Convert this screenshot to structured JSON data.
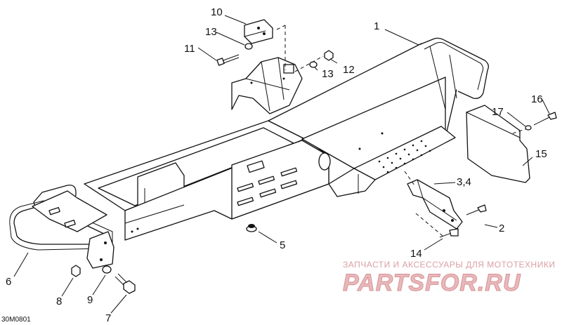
{
  "diagram": {
    "callouts": [
      {
        "id": "c1",
        "text": "1"
      },
      {
        "id": "c2",
        "text": "2"
      },
      {
        "id": "c34",
        "text": "3,4"
      },
      {
        "id": "c5",
        "text": "5"
      },
      {
        "id": "c6",
        "text": "6"
      },
      {
        "id": "c7",
        "text": "7"
      },
      {
        "id": "c8",
        "text": "8"
      },
      {
        "id": "c9",
        "text": "9"
      },
      {
        "id": "c10",
        "text": "10"
      },
      {
        "id": "c11",
        "text": "11"
      },
      {
        "id": "c12",
        "text": "12"
      },
      {
        "id": "c13a",
        "text": "13"
      },
      {
        "id": "c13b",
        "text": "13"
      },
      {
        "id": "c14",
        "text": "14"
      },
      {
        "id": "c15",
        "text": "15"
      },
      {
        "id": "c16",
        "text": "16"
      },
      {
        "id": "c17",
        "text": "17"
      }
    ],
    "drawing_code": "30M0801",
    "watermark": {
      "subtitle": "ЗАПЧАСТИ И АКСЕССУАРЫ ДЛЯ МОТОТЕХНИКИ",
      "brand": "PARTSFOR.RU"
    }
  }
}
